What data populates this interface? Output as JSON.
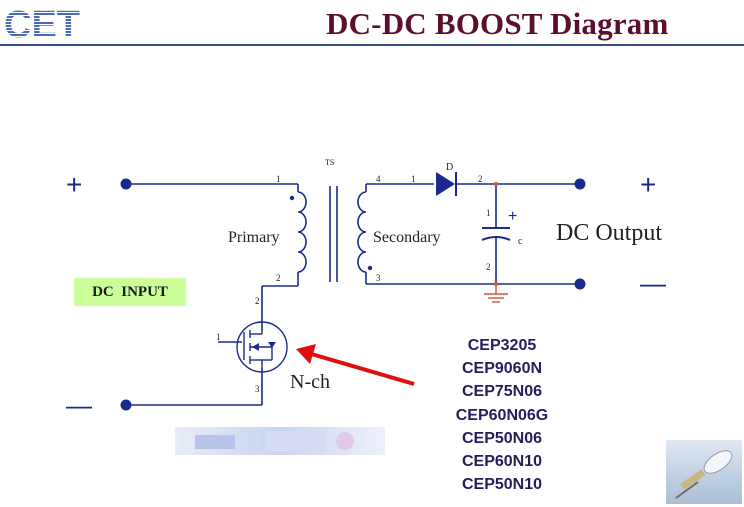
{
  "header": {
    "logo_text": "CET",
    "title": "DC-DC BOOST Diagram"
  },
  "diagram": {
    "input_plus": "+",
    "input_minus": "—",
    "output_plus": "+",
    "output_minus": "—",
    "transformer_ref": "TS",
    "primary_label": "Primary",
    "secondary_label": "Secondary",
    "diode_ref": "D",
    "capacitor_ref": "c",
    "capacitor_polarity": "+",
    "output_label": "DC Output",
    "input_label": "DC  INPUT",
    "mosfet_label": "N-ch",
    "pins": {
      "primary_top": "1",
      "primary_bottom": "2",
      "secondary_top": "4",
      "secondary_bottom": "3",
      "diode_in": "1",
      "diode_out": "2",
      "cap_top": "1",
      "cap_bottom": "2",
      "mosfet_drain": "2",
      "mosfet_gate": "1",
      "mosfet_source": "3"
    }
  },
  "part_numbers": [
    "CEP3205",
    "CEP9060N",
    "CEP75N06",
    "CEP60N06G",
    "CEP50N06",
    "CEP60N10",
    "CEP50N10"
  ],
  "colors": {
    "title": "#5a0f2e",
    "wire": "#1a2a8a",
    "terminal": "#1a2a8a",
    "arrow": "#e01010",
    "input_label_bg": "#ccff99",
    "ground": "#cc5533"
  }
}
